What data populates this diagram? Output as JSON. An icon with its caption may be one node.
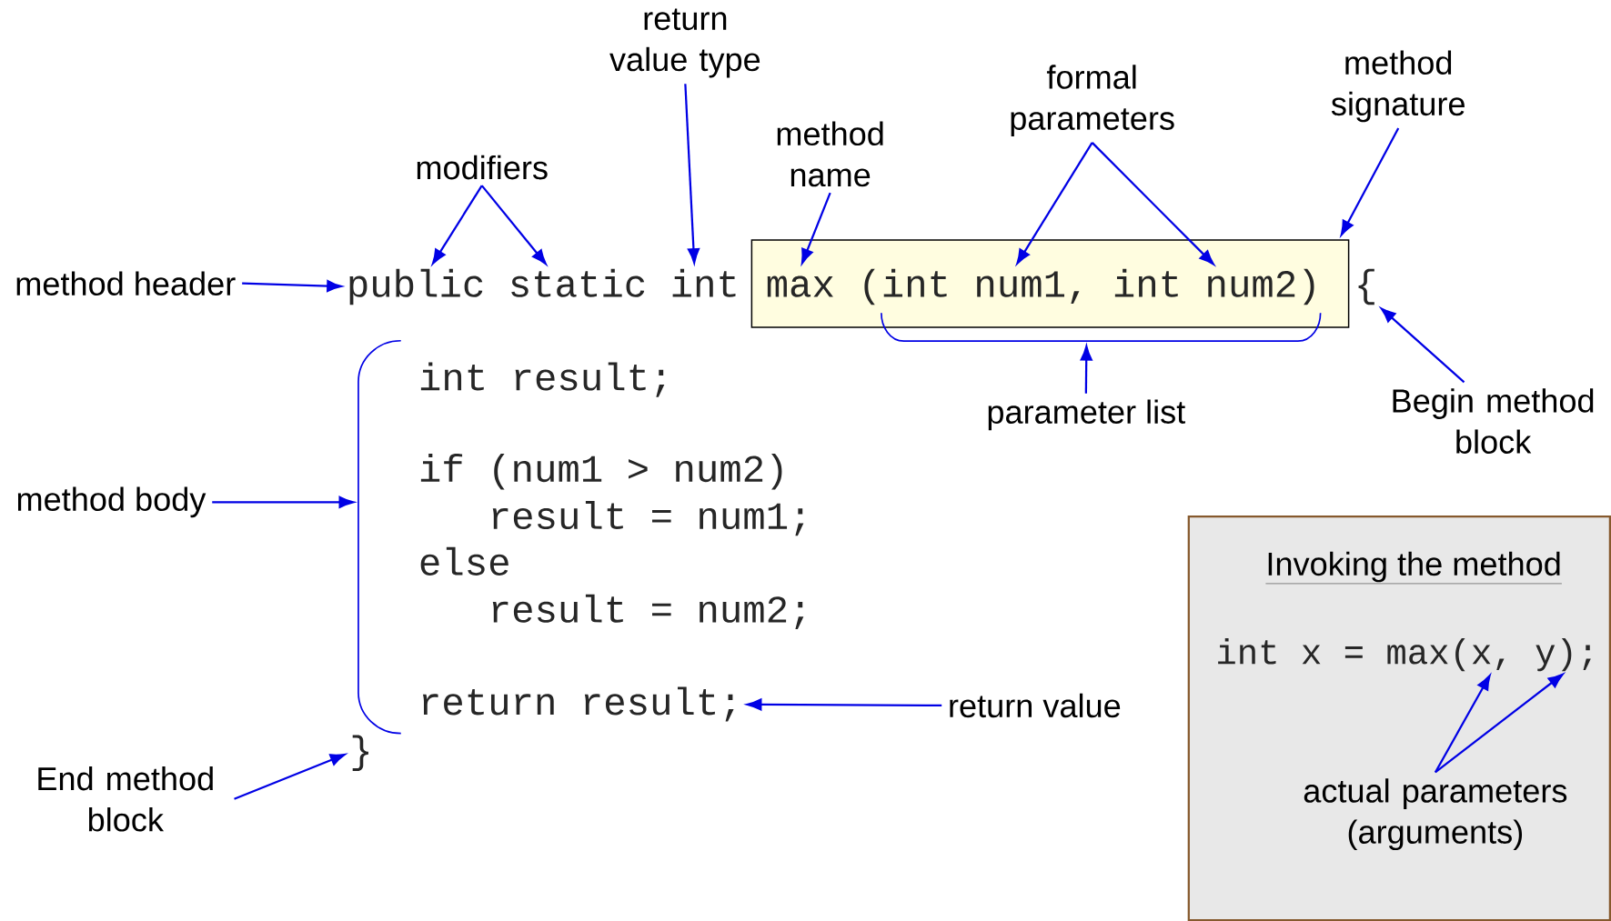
{
  "diagram": {
    "nodes": [
      {
        "text": [
          "method header"
        ]
      },
      {
        "text": [
          "modifiers"
        ]
      },
      {
        "text": [
          "return value type"
        ]
      },
      {
        "text": [
          "method name"
        ]
      },
      {
        "text": [
          "formal parameters"
        ]
      },
      {
        "text": [
          "method signature"
        ]
      },
      {
        "text": [
          "public"
        ]
      },
      {
        "text": [
          "static"
        ]
      },
      {
        "text": [
          "int"
        ]
      },
      {
        "text": [],
        "shape": "box"
      },
      {
        "text": [
          "max"
        ],
        "in": 9
      },
      {
        "text": [
          "(int"
        ],
        "in": 9
      },
      {
        "text": [
          "num1,"
        ],
        "in": 9
      },
      {
        "text": [
          "int"
        ],
        "in": 9
      },
      {
        "text": [
          "num2)"
        ],
        "in": 9
      },
      {
        "text": [
          "{"
        ]
      },
      {
        "text": [],
        "shape": "bracket"
      },
      {
        "text": [
          "parameter list"
        ]
      },
      {
        "text": [
          "Begin method block"
        ]
      },
      {
        "text": [
          "method body"
        ]
      },
      {
        "text": [],
        "shape": "bracket"
      },
      {
        "text": [
          "return result;"
        ]
      },
      {
        "text": [
          "return value"
        ]
      },
      {
        "text": [
          "}"
        ]
      },
      {
        "text": [
          "End method block"
        ]
      },
      {
        "text": [
          "Invoking the method"
        ]
      },
      {
        "text": [
          "int x = max("
        ],
        "in": 25
      },
      {
        "text": [
          "x,"
        ],
        "in": 25
      },
      {
        "text": [
          "y);"
        ],
        "in": 25
      },
      {
        "text": [
          "actual parameters (arguments)"
        ],
        "in": 25
      }
    ],
    "edges": [
      {
        "from": 0,
        "to": 6,
        "arrow": "to"
      },
      {
        "from": 1,
        "to": 6,
        "arrow": "to"
      },
      {
        "from": 1,
        "to": 7,
        "arrow": "to"
      },
      {
        "from": 2,
        "to": 8,
        "arrow": "to"
      },
      {
        "from": 3,
        "to": 10,
        "arrow": "to"
      },
      {
        "from": 4,
        "to": 12,
        "arrow": "to"
      },
      {
        "from": 4,
        "to": 14,
        "arrow": "to"
      },
      {
        "from": 5,
        "to": 9,
        "arrow": "to"
      },
      {
        "from": 17,
        "to": 16,
        "arrow": "to"
      },
      {
        "from": 18,
        "to": 15,
        "arrow": "to"
      },
      {
        "from": 19,
        "to": 20,
        "arrow": "to"
      },
      {
        "from": 22,
        "to": 21,
        "arrow": "to"
      },
      {
        "from": 24,
        "to": 23,
        "arrow": "to"
      },
      {
        "from": 29,
        "to": 27,
        "arrow": "to"
      },
      {
        "from": 29,
        "to": 28,
        "arrow": "to"
      }
    ],
    "labels": [
      "int result;",
      "if (num1 > num2)",
      "result = num1;",
      "else",
      "result = num2;"
    ]
  }
}
